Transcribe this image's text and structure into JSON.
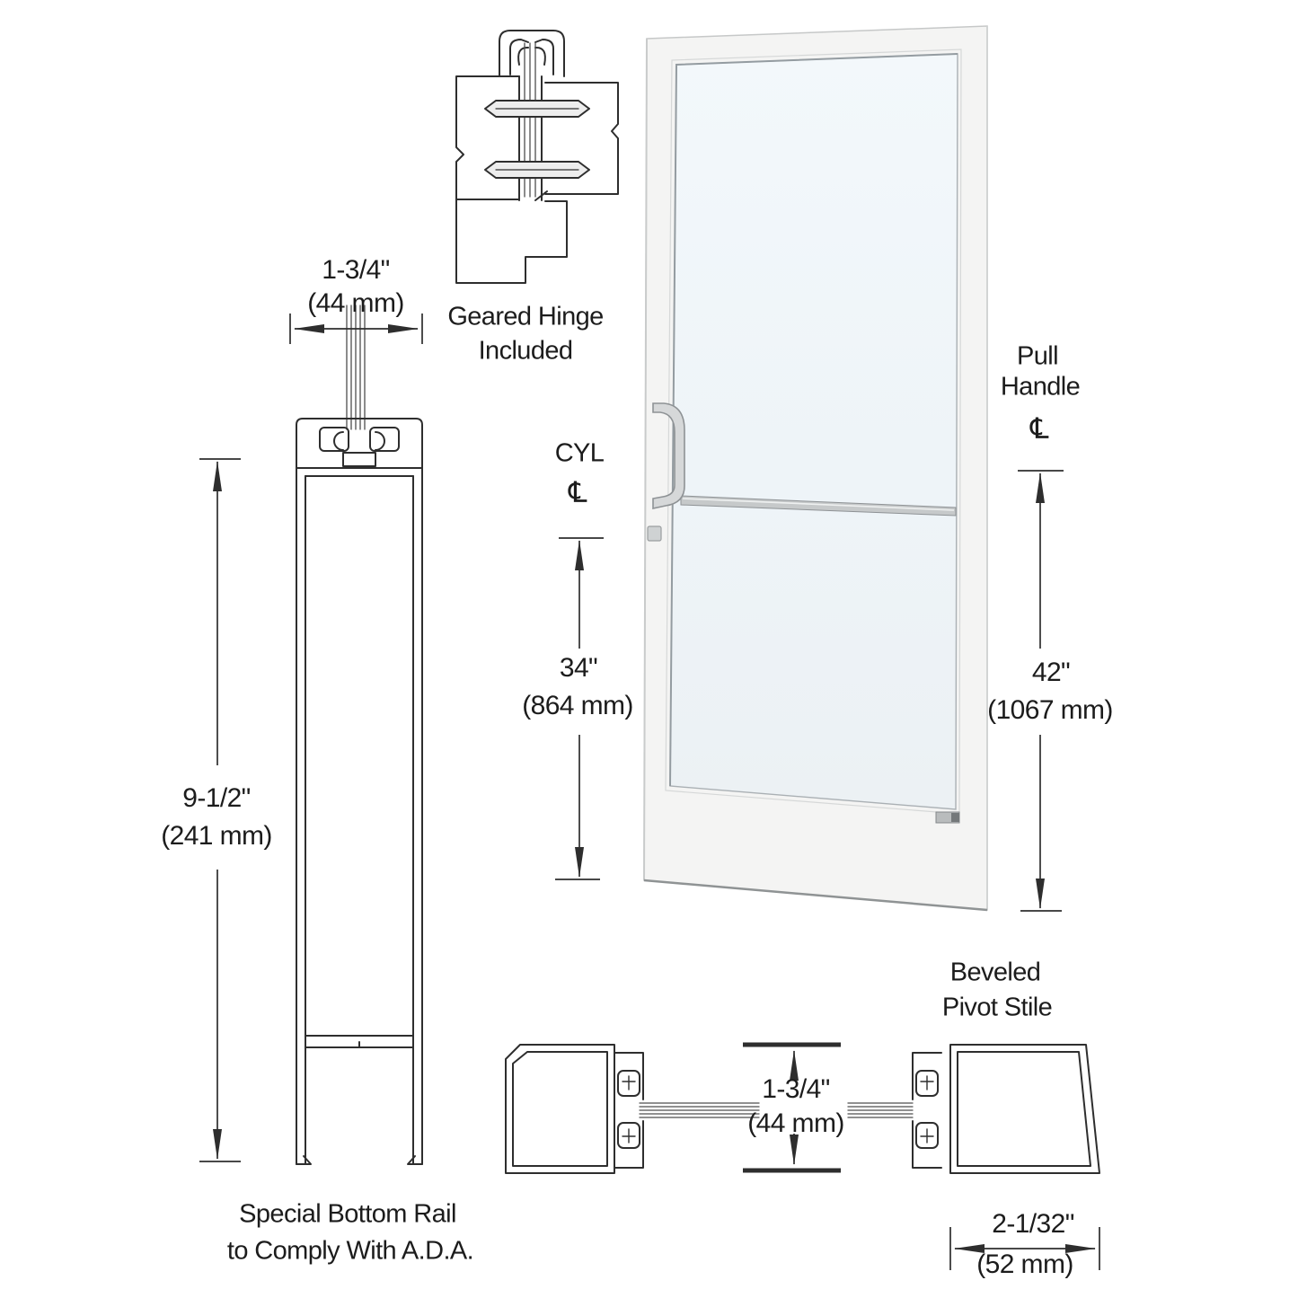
{
  "colors": {
    "background": "#ffffff",
    "line_art": "#2e2e2e",
    "text": "#1c1c1c",
    "door_frame": "#f4f4f3",
    "door_frame_edge": "#c6c8c8",
    "glass_tint": "#eef4f8",
    "hardware": "#d6d8d9",
    "hardware_edge": "#8e9295"
  },
  "hinge_detail": {
    "label_line1": "Geared Hinge",
    "label_line2": "Included"
  },
  "bottom_rail_detail": {
    "width_in": "1-3/4\"",
    "width_mm": "(44 mm)",
    "height_in": "9-1/2\"",
    "height_mm": "(241 mm)",
    "caption_line1": "Special Bottom Rail",
    "caption_line2": "to Comply With A.D.A."
  },
  "door_elevation": {
    "cyl_label": "CYL",
    "cyl_centerline": "℄",
    "cyl_height_in": "34\"",
    "cyl_height_mm": "(864 mm)",
    "pull_label_line1": "Pull",
    "pull_label_line2": "Handle",
    "pull_centerline": "℄",
    "pull_height_in": "42\"",
    "pull_height_mm": "(1067 mm)"
  },
  "pivot_stile_detail": {
    "caption_line1": "Beveled",
    "caption_line2": "Pivot Stile",
    "width_in": "1-3/4\"",
    "width_mm": "(44 mm)",
    "depth_in": "2-1/32\"",
    "depth_mm": "(52 mm)"
  }
}
